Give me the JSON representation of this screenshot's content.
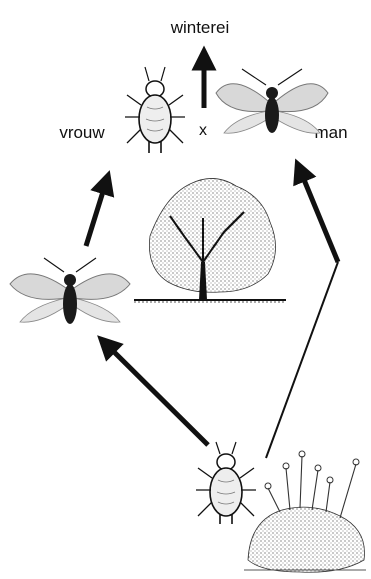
{
  "labels": {
    "top": "winterei",
    "female": "vrouw",
    "cross": "x",
    "male": "man"
  },
  "colors": {
    "ink": "#111111",
    "wing": "#b8b8b8",
    "body": "#1a1a1a",
    "plant": "#333333"
  },
  "icons": [
    "winged-aphid-icon",
    "wingless-aphid-icon",
    "tree-icon",
    "herb-plant-icon",
    "arrow-icon"
  ]
}
